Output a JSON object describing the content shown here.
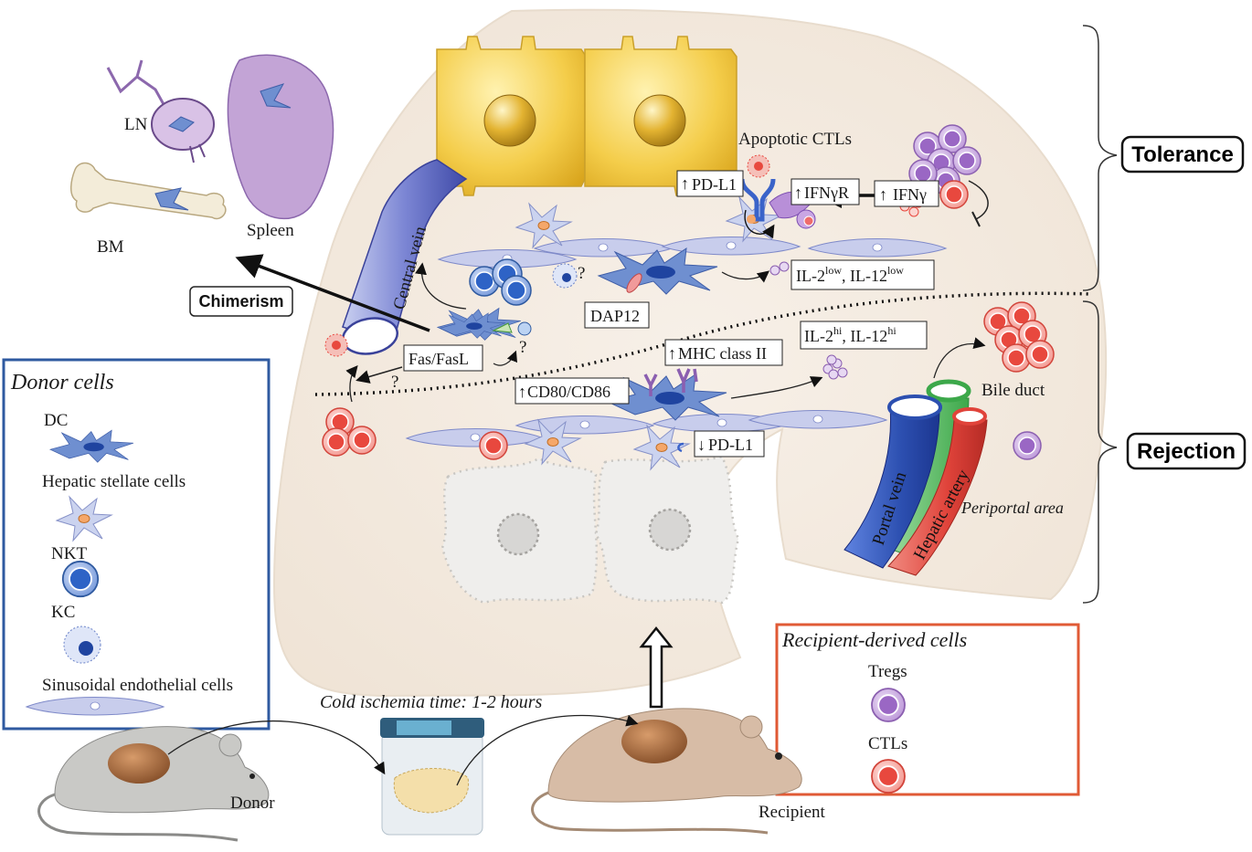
{
  "organs": {
    "ln": "LN",
    "spleen": "Spleen",
    "bm": "BM"
  },
  "labels": {
    "chimerism": "Chimerism",
    "central_vein": "Central vein",
    "apoptotic_ctls": "Apoptotic CTLs",
    "pd_l1_up": "PD-L1",
    "ifngr_up": "IFNγR",
    "ifng_up": "IFNγ",
    "dap12": "DAP12",
    "il2_low": "IL-2",
    "il2_low_sup": "low",
    "il12_low": "IL-12",
    "il12_low_sup": "low",
    "fas_fasl": "Fas/FasL",
    "question": "?",
    "mhc_class_ii": "MHC class II",
    "cd80_cd86": "CD80/CD86",
    "il2_hi": "IL-2",
    "il2_hi_sup": "hi",
    "il12_hi": "IL-12",
    "il12_hi_sup": "hi",
    "pd_l1_down": "PD-L1",
    "bile_duct": "Bile duct",
    "portal_vein": "Portal vein",
    "hepatic_artery": "Hepatic artery",
    "periportal_area": "Periportal area",
    "cold_ischemia": "Cold ischemia time: 1-2 hours",
    "donor": "Donor",
    "recipient": "Recipient"
  },
  "outcomes": {
    "tolerance": "Tolerance",
    "rejection": "Rejection"
  },
  "donor_legend": {
    "title": "Donor cells",
    "items": [
      {
        "label": "DC",
        "icon": "dc-icon"
      },
      {
        "label": "Hepatic stellate cells",
        "icon": "stellate-cell-icon"
      },
      {
        "label": "NKT",
        "icon": "nkt-cell-icon"
      },
      {
        "label": "KC",
        "icon": "kupffer-cell-icon"
      },
      {
        "label": "Sinusoidal endothelial cells",
        "icon": "endothelial-cell-icon"
      }
    ],
    "border_color": "#2f5aa0"
  },
  "recipient_legend": {
    "title": "Recipient-derived cells",
    "items": [
      {
        "label": "Tregs",
        "icon": "treg-cell-icon"
      },
      {
        "label": "CTLs",
        "icon": "ctl-cell-icon"
      }
    ],
    "border_color": "#e05a35"
  },
  "colors": {
    "liver": "#f3ebe2",
    "hepatocyte": "#f2c23a",
    "dc": "#6f8fd0",
    "treg": "#a779c8",
    "ctl": "#e8483e",
    "portal_vein": "#2c4fb0",
    "hepatic_artery": "#e0433a",
    "bile_duct": "#3ca84a"
  }
}
